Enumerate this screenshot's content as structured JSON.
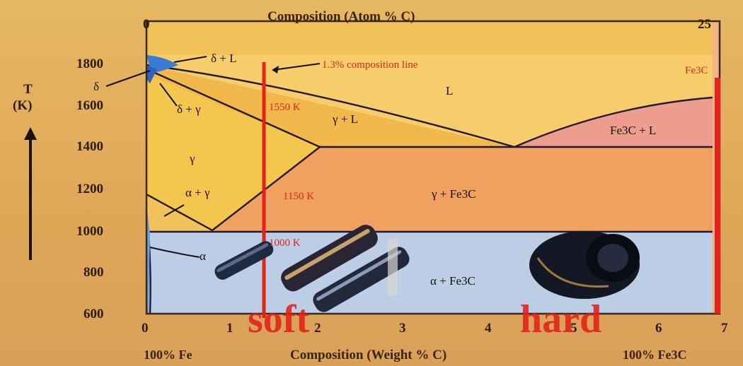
{
  "diagram": {
    "top_axis_label": "Composition (Atom % C)",
    "top_axis_ticks": [
      "0",
      "25"
    ],
    "bottom_axis_label": "Composition (Weight % C)",
    "bottom_axis_ticks": [
      "0",
      "1",
      "2",
      "3",
      "4",
      "5",
      "6",
      "7"
    ],
    "bottom_left_caption": "100% Fe",
    "bottom_right_caption": "100% Fe3C",
    "y_axis_label": "T",
    "y_axis_unit": "(K)",
    "y_axis_ticks": [
      "1800",
      "1600",
      "1400",
      "1200",
      "1000",
      "800",
      "600"
    ],
    "phase_labels": {
      "delta_l": "δ + L",
      "delta": "δ",
      "liquid": "L",
      "delta_gamma": "δ + γ",
      "gamma_l": "γ + L",
      "fe3c_l": "Fe3C + L",
      "gamma": "γ",
      "alpha_gamma": "α + γ",
      "gamma_fe3c": "γ + Fe3C",
      "alpha": "α",
      "alpha_fe3c": "α + Fe3C"
    },
    "annotations": {
      "composition_line": "1.3% composition line",
      "t1": "1550 K",
      "t2": "1150 K",
      "t3": "1000 K",
      "fe3c_line": "Fe3C"
    },
    "overlay_words": {
      "soft": "soft",
      "hard": "hard"
    },
    "colors": {
      "liquid": "#f3c760",
      "austenite": "#f2bd4e",
      "gamma_fe3c": "#f0a160",
      "alpha_fe3c": "#bccde6",
      "fe3c_l": "#ec9d8e",
      "composition_line": "#e2241a",
      "boundaries": "#241a36",
      "delta_region": "#3a7bd5"
    }
  }
}
